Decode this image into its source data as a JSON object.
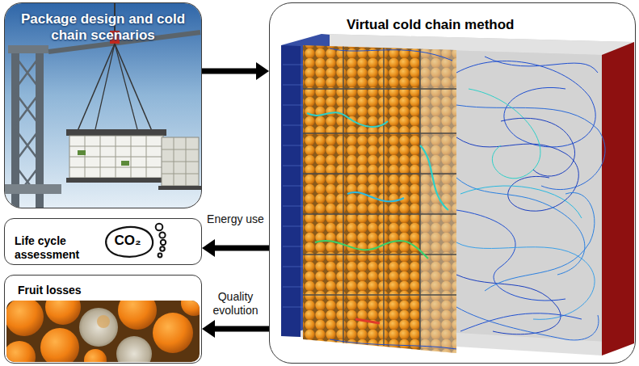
{
  "diagram": {
    "nodes": [
      {
        "text": [
          "Package design and cold chain scenarios"
        ]
      },
      {
        "text": [
          "Virtual cold chain method"
        ]
      },
      {
        "text": [
          "Life cycle assessment",
          "CO₂"
        ]
      },
      {
        "text": [
          "Fruit losses"
        ]
      }
    ],
    "edges": [
      {
        "from": 0,
        "to": 1,
        "arrow": "to"
      },
      {
        "from": 1,
        "to": 2,
        "label": "Energy use",
        "arrow": "to"
      },
      {
        "from": 1,
        "to": 3,
        "label": "Quality evolution",
        "arrow": "to"
      }
    ]
  }
}
